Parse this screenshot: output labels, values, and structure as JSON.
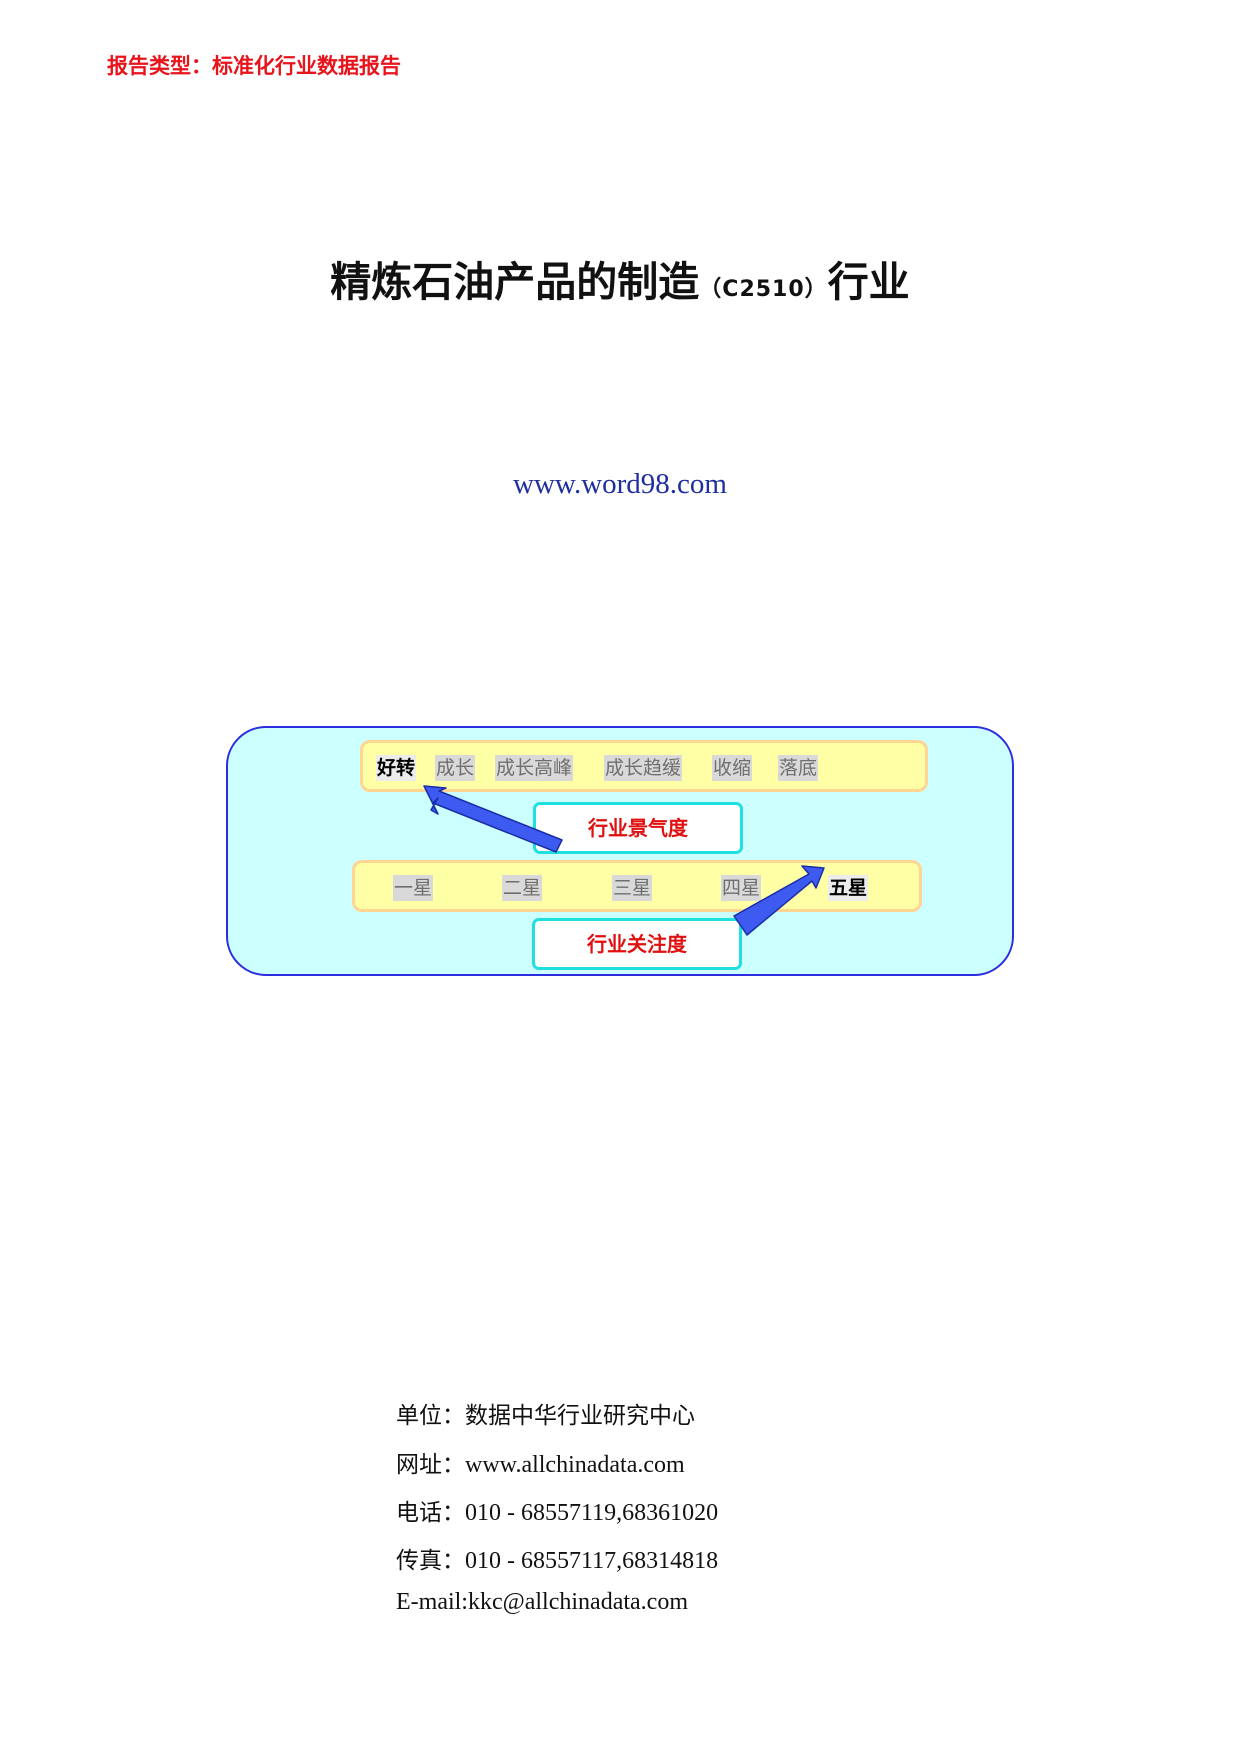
{
  "header": {
    "report_type": "报告类型：标准化行业数据报告"
  },
  "title": {
    "main": "精炼石油产品的制造",
    "code": "（C2510）",
    "suffix": "行业"
  },
  "website": "www.word98.com",
  "diagram": {
    "prosperity_stages": [
      "好转",
      "成长",
      "成长高峰",
      "成长趋缓",
      "收缩",
      "落底"
    ],
    "prosperity_selected": "好转",
    "prosperity_label": "行业景气度",
    "attention_stars": [
      "一星",
      "二星",
      "三星",
      "四星",
      "五星"
    ],
    "attention_selected": "五星",
    "attention_label": "行业关注度",
    "colors": {
      "panel": "#ccffff",
      "panel_border": "#2d2de0",
      "bar": "#ffffa6",
      "bar_border": "#ffd591",
      "pill_border": "#21dfe0",
      "label": "#e01010",
      "arrow": "#3d5bf0"
    },
    "icons": [
      "arrow-up-left-icon",
      "arrow-up-right-icon"
    ]
  },
  "contact": {
    "unit_label": "单位：",
    "unit_value": "数据中华行业研究中心",
    "web_label": "网址：",
    "web_value": "www.allchinadata.com",
    "phone_label": "电话：",
    "phone_value": "010 - 68557119,68361020",
    "fax_label": "传真：",
    "fax_value": "010 - 68557117,68314818",
    "email_line": "E-mail:kkc@allchinadata.com"
  },
  "colors": {
    "report_type": "#e8141c",
    "website": "#1f2fa0"
  }
}
